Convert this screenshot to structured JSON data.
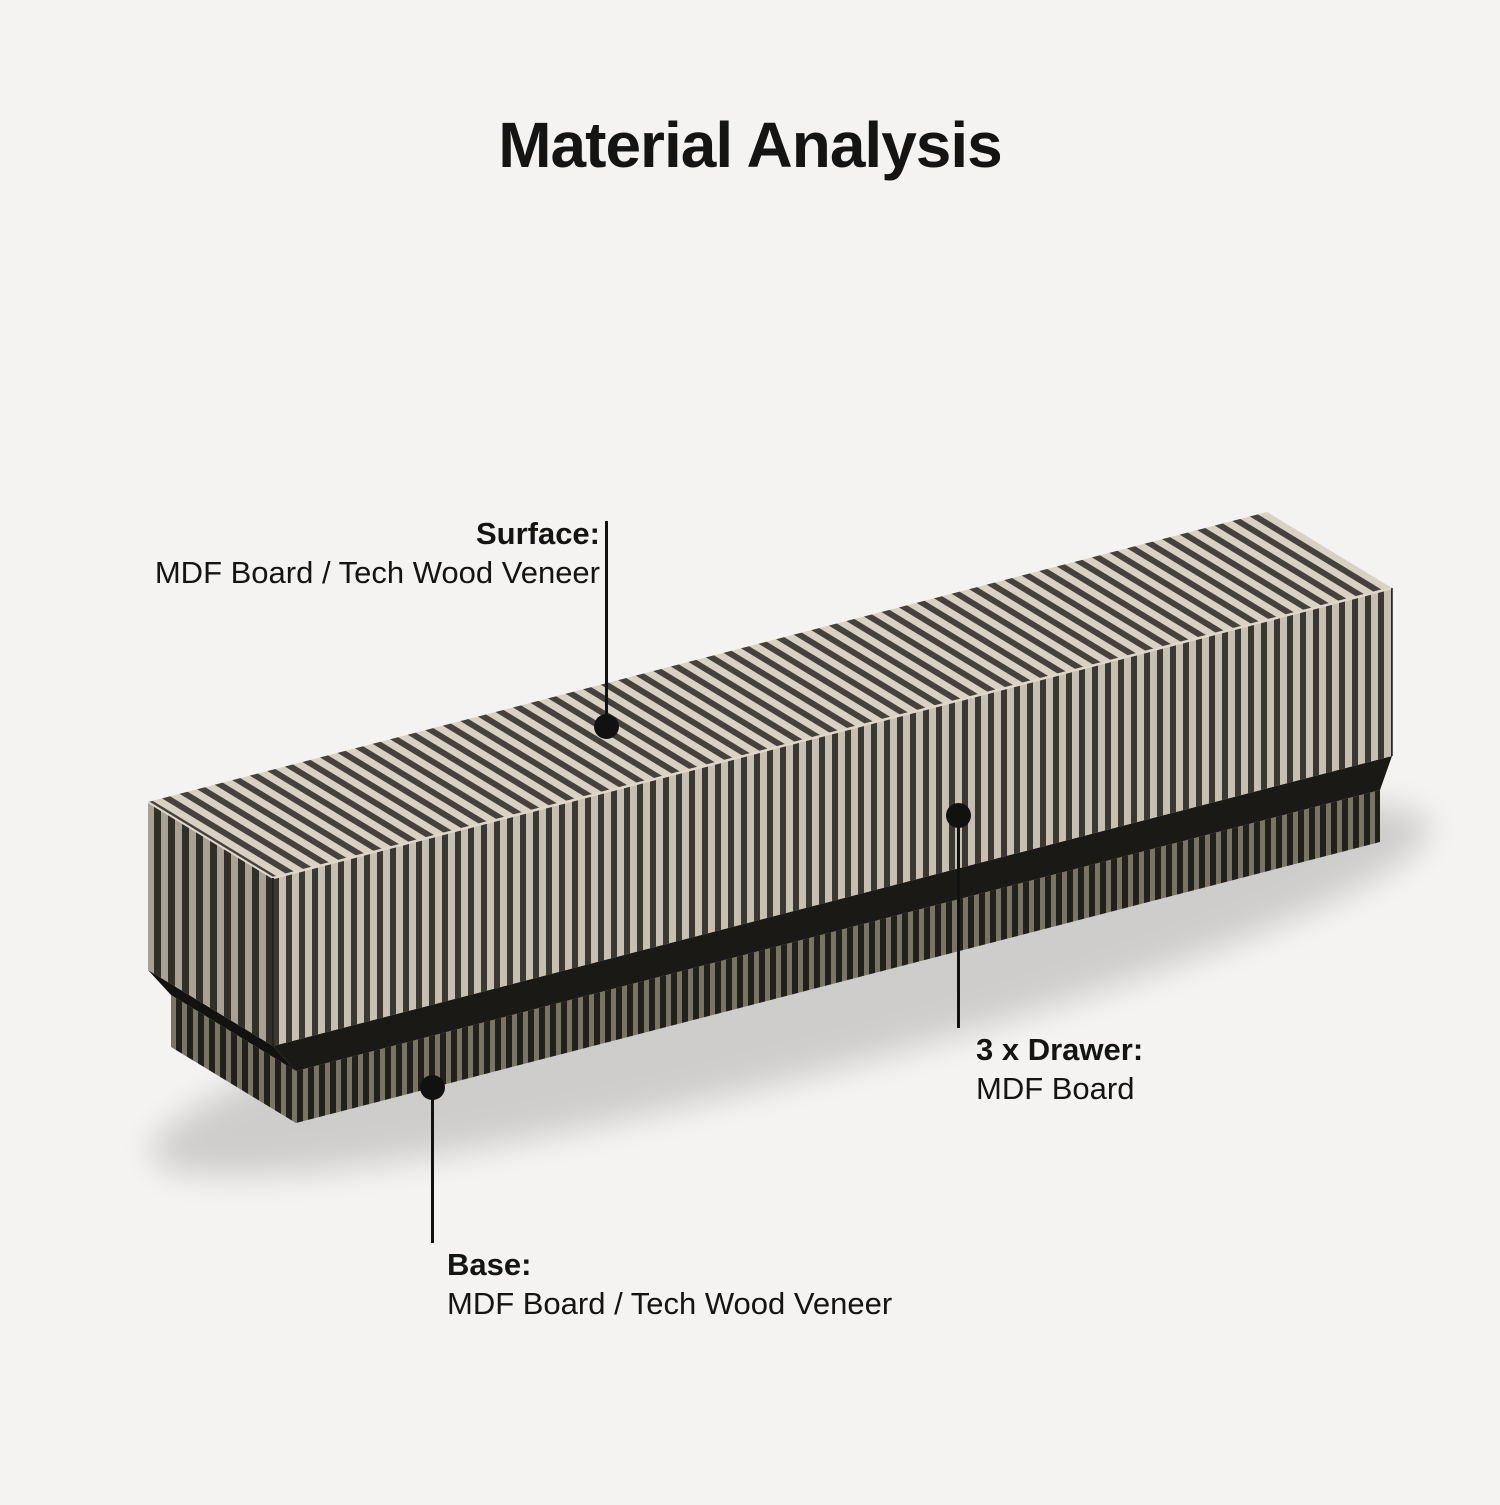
{
  "page": {
    "title": "Material Analysis"
  },
  "callouts": {
    "surface": {
      "label": "Surface:",
      "value": "MDF Board / Tech Wood Veneer"
    },
    "drawer": {
      "label": "3 x Drawer:",
      "value": "MDF Board"
    },
    "base": {
      "label": "Base:",
      "value": "MDF Board / Tech Wood Veneer"
    }
  },
  "colors": {
    "background": "#f5f3f1",
    "ink": "#141414",
    "top_light": "#d9d2c4",
    "top_dark": "#46423b",
    "front_light": "#c7c0b2",
    "front_dark": "#3b3832",
    "end_light": "#a9a294",
    "end_dark": "#322f29",
    "plinth_light": "#7a7467",
    "plinth_dark": "#22201b",
    "underside": "#1b1915",
    "underside_left": "#141210",
    "edge_light": "#ded7ca",
    "edge_dark": "#26231e"
  }
}
